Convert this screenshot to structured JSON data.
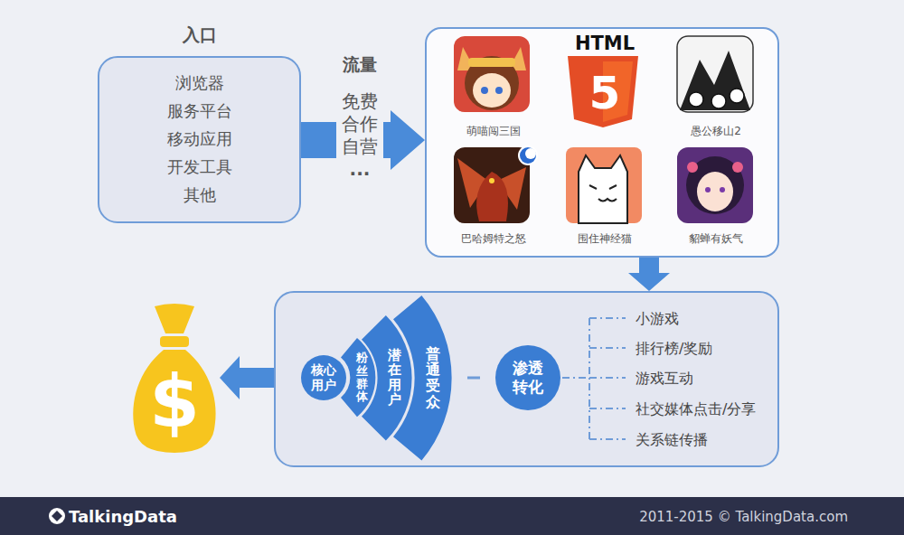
{
  "diagram": {
    "nodes": [
      {
        "text": [
          "入口",
          "浏览器 服务平台 移动应用 开发工具 其他"
        ]
      },
      {
        "text": [
          "萌喵闯三国",
          "HTML",
          "5",
          "愚公移山2",
          "巴哈姆特之怒",
          "围住神经猫",
          "貂蝉有妖气"
        ]
      },
      {
        "text": [
          "小游戏",
          "排行榜/奖励",
          "游戏互动",
          "社交媒体点击/分享",
          "关系链传播"
        ]
      },
      {
        "text": [
          "核心 用户"
        ],
        "in": 2
      },
      {
        "text": [
          "粉丝群体"
        ],
        "in": 2
      },
      {
        "text": [
          "潜在用户"
        ],
        "in": 2
      },
      {
        "text": [
          "普通受众"
        ],
        "in": 2
      },
      {
        "text": [
          "渗透 转化"
        ],
        "in": 2
      },
      {
        "text": [
          "$"
        ]
      }
    ],
    "edges": [
      {
        "from": 0,
        "to": 1,
        "arrow": "to"
      },
      {
        "from": 1,
        "to": 2,
        "arrow": "to"
      },
      {
        "from": 2,
        "to": 8,
        "arrow": "to"
      },
      {
        "from": 7,
        "to": 6,
        "arrow": "none"
      }
    ],
    "labels": [
      "流量",
      "免费",
      "合作",
      "自营",
      "...",
      "TalkingData",
      "2011-2015 © TalkingData.com"
    ]
  }
}
